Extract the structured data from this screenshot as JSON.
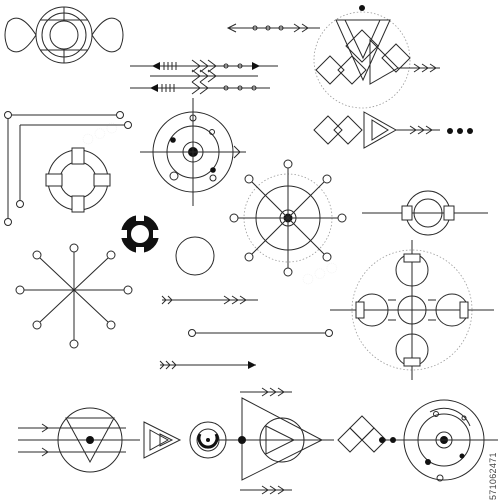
{
  "stock": {
    "id": "571062471"
  },
  "palette": {
    "line": "#2a2a2a",
    "fill": "#111111",
    "dotted": "#9a9a9a",
    "background": "#ffffff"
  },
  "elements": [
    "knot-ornament",
    "double-arrow-set",
    "dotted-arrow-top",
    "triangle-diamond-emblem",
    "corner-bracket",
    "segmented-ring",
    "target-crosshair",
    "solid-segmented-ring",
    "plain-circle",
    "star-circuit",
    "radial-node-burst",
    "rune-bar-symbol",
    "quatrefoil-mandala",
    "arrow-left-small",
    "line-with-node",
    "arrow-left-bottom",
    "triangle-target-left",
    "nested-triangles",
    "small-arc-ring",
    "big-triangle-arrows",
    "diamond-chain",
    "orbit-target-bottom",
    "diamond-triangle-arrow"
  ]
}
